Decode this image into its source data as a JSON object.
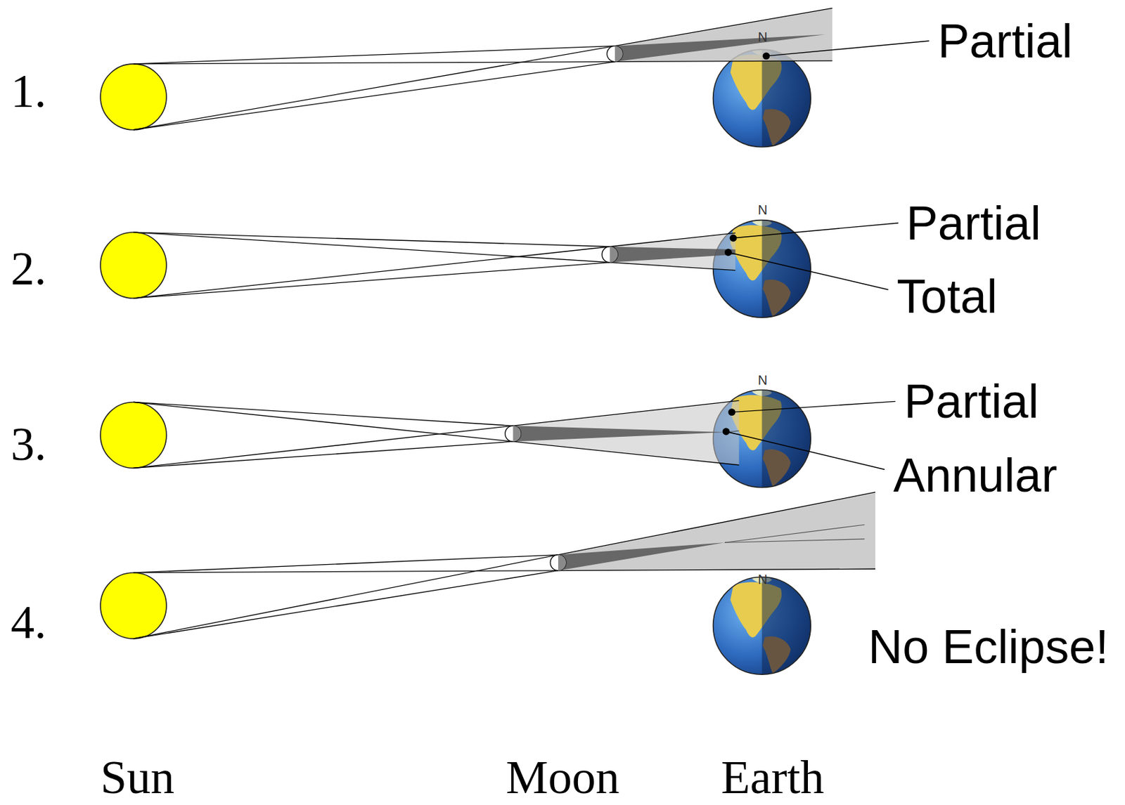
{
  "diagram": {
    "labels": [
      "1.",
      "N",
      "Partial",
      "2.",
      "N",
      "Partial",
      "Total",
      "3.",
      "N",
      "Partial",
      "Annular",
      "4.",
      "N",
      "No Eclipse!",
      "Sun",
      "Moon",
      "Earth"
    ]
  }
}
